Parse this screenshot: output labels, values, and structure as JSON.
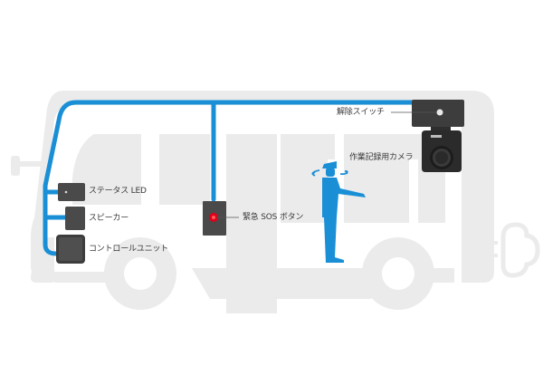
{
  "diagram": {
    "title": "",
    "colors": {
      "wire": "#1a8fd6",
      "bus_outline": "#ebebeb",
      "device": "#4a4a4a",
      "person": "#1a8fd6",
      "sos_button": "#e0001a",
      "label_text": "#3a3a3a"
    },
    "components": [
      {
        "id": "status-led",
        "label": "ステータス LED"
      },
      {
        "id": "speaker",
        "label": "スピーカー"
      },
      {
        "id": "control-unit",
        "label": "コントロールユニット"
      },
      {
        "id": "sos-button",
        "label": "緊急 SOS ボタン"
      },
      {
        "id": "release-switch",
        "label": "解除スイッチ"
      },
      {
        "id": "work-record-camera",
        "label": "作業記録用カメラ"
      }
    ],
    "figures": [
      {
        "id": "driver",
        "description": "person pointing and looking around"
      }
    ]
  }
}
